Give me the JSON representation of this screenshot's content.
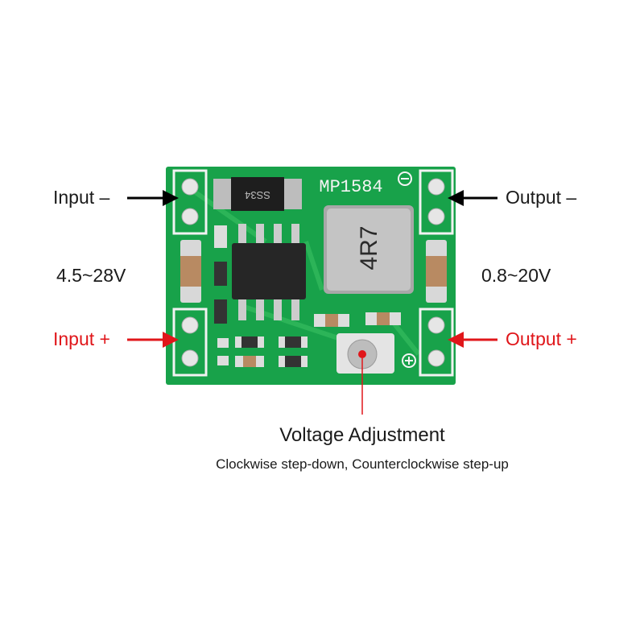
{
  "labels": {
    "input_minus": "Input –",
    "input_voltage": "4.5~28V",
    "input_plus": "Input +",
    "output_minus": "Output –",
    "output_voltage": "0.8~20V",
    "output_plus": "Output +"
  },
  "adjustment": {
    "title": "Voltage Adjustment",
    "subtitle": "Clockwise step-down, Counterclockwise step-up"
  },
  "board": {
    "chip_label": "MP1584",
    "diode_label": "SS34",
    "inductor_label": "4R7"
  },
  "colors": {
    "pcb": "#18a24a",
    "negative_arrow": "#000000",
    "positive_arrow": "#e0161a"
  }
}
